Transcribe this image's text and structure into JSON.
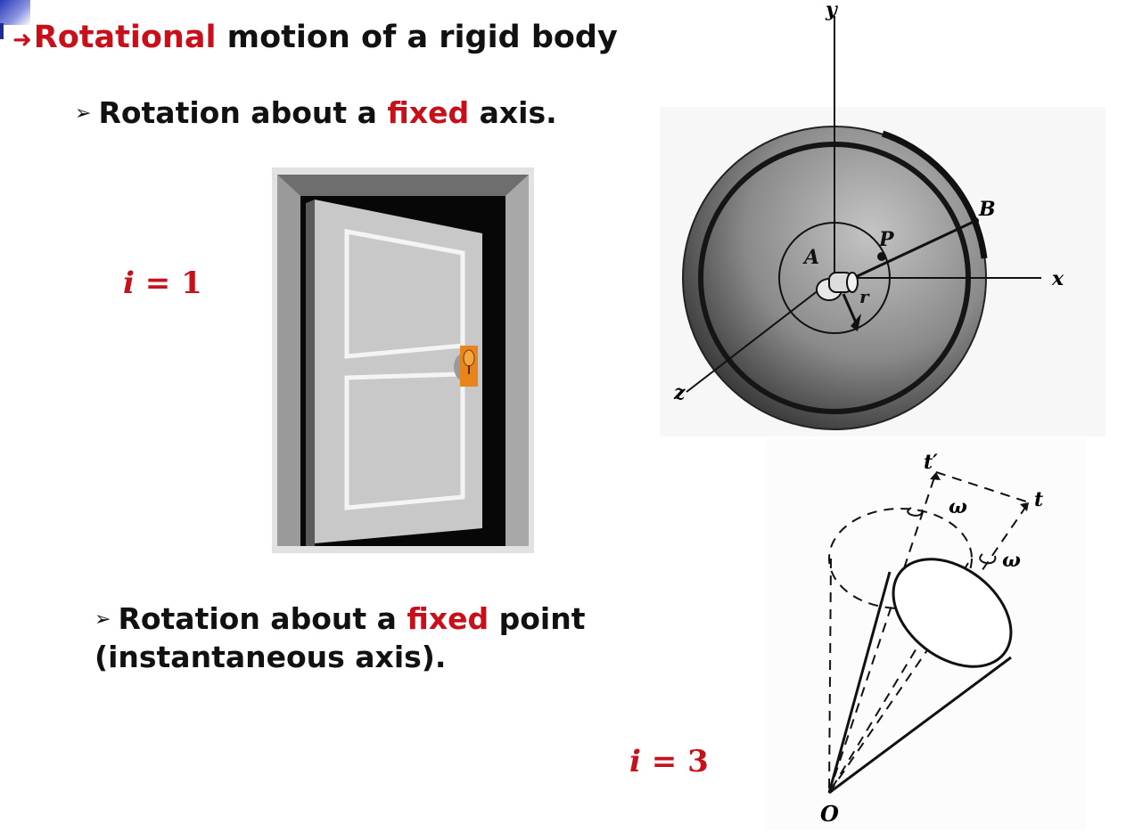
{
  "slide": {
    "title_arrow": "➜",
    "title_highlight": "Rotational",
    "title_rest": " motion of a rigid body",
    "bullet_marker": "➢",
    "bullet1": {
      "pre": "Rotation about a ",
      "highlight": "fixed",
      "post": " axis."
    },
    "bullet2": {
      "pre": "Rotation about a ",
      "highlight": "fixed",
      "post": " point (instantaneous axis)."
    },
    "label_i1": {
      "var": "i",
      "rest": " = 1"
    },
    "label_i3": {
      "var": "i",
      "rest": " = 3"
    }
  },
  "disk_figure": {
    "axis_y": "y",
    "axis_x": "x",
    "axis_z": "z",
    "point_a": "A",
    "point_p": "P",
    "point_b": "B",
    "radius_r": "r"
  },
  "cone_figure": {
    "axis_t_prime": "t′",
    "axis_t": "t",
    "omega_1": "ω",
    "omega_2": "ω",
    "origin": "O"
  },
  "colors": {
    "accent_red": "#c8101a",
    "door_knob": "#e8841c",
    "door_panel": "#c8c8c8",
    "frame": "#8c8c8c"
  }
}
